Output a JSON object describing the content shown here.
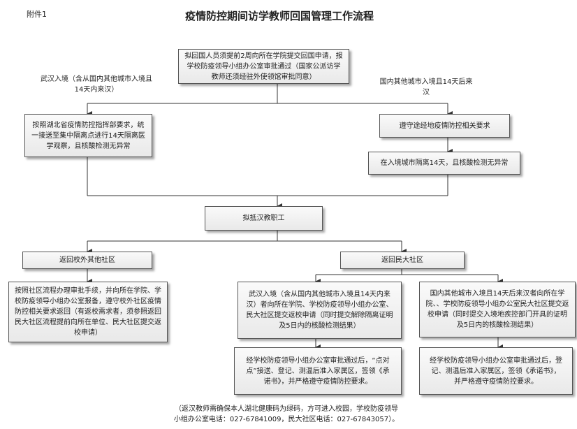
{
  "attachment_label": "附件1",
  "title": "疫情防控期间访学教师回国管理工作流程",
  "nodes": {
    "apply": "拟回国人员须提前2周向所在学院提交回国申请，报学校防疫领导小组办公室审批通过（国家公派访学教师还须经驻外使领馆审批同意）",
    "branch_wuhan_label": "武汉入境（含从国内其他城市入境且14天内来汉）",
    "branch_other_label": "国内其他城市入境且14天后来汉",
    "wuhan_quarantine": "按照湖北省疫情防控指挥部要求，统一接送至集中隔离点进行14天隔离医学观察，且核酸检测无异常",
    "other_follow": "遵守途经地疫情防控相关要求",
    "other_quarantine": "在入境城市隔离14天，且核酸检测无异常",
    "arrive": "拟抵汉教职工",
    "return_outside": "返回校外其他社区",
    "return_campus": "返回民大社区",
    "outside_detail": "按照社区流程办理审批手续，并向所在学院、学校防疫领导小组办公室报备，遵守校外社区疫情防控相关要求返回（有返校需求者，须参照返回民大社区流程提前向所在单位、民大社区提交返校申请）",
    "campus_wuhan": "武汉入境（含从国内其他城市入境且14天内来汉）者向所在学院、学校防疫领导小组办公室、民大社区提交返校申请（同时提交解除隔离证明及5日内的核酸检测结果）",
    "campus_other": "国内其他城市入境且14天后来汉者向所在学院、、学校防疫领导小组办公室民大社区提交返校申请（同时提交入境地疾控部门开具的证明及5日内的核酸检测结果）",
    "campus_wuhan_approved": "经学校防疫领导小组办公室审批通过后，“点对点”接送、登记、测温后准入家属区，签领《承诺书》，并严格遵守疫情防控要求。",
    "campus_other_approved": "经学校防疫领导小组办公室审批通过后，登记、测温后准入家属区，签领《承诺书》，并严格遵守疫情防控要求。"
  },
  "footnote": {
    "line1": "（返汉教师需确保本人湖北健康码为绿码，方可进入校园，学校防疫领导",
    "line2": "小组办公室电话：027-67841009，民大社区电话：027-67843057）。"
  }
}
